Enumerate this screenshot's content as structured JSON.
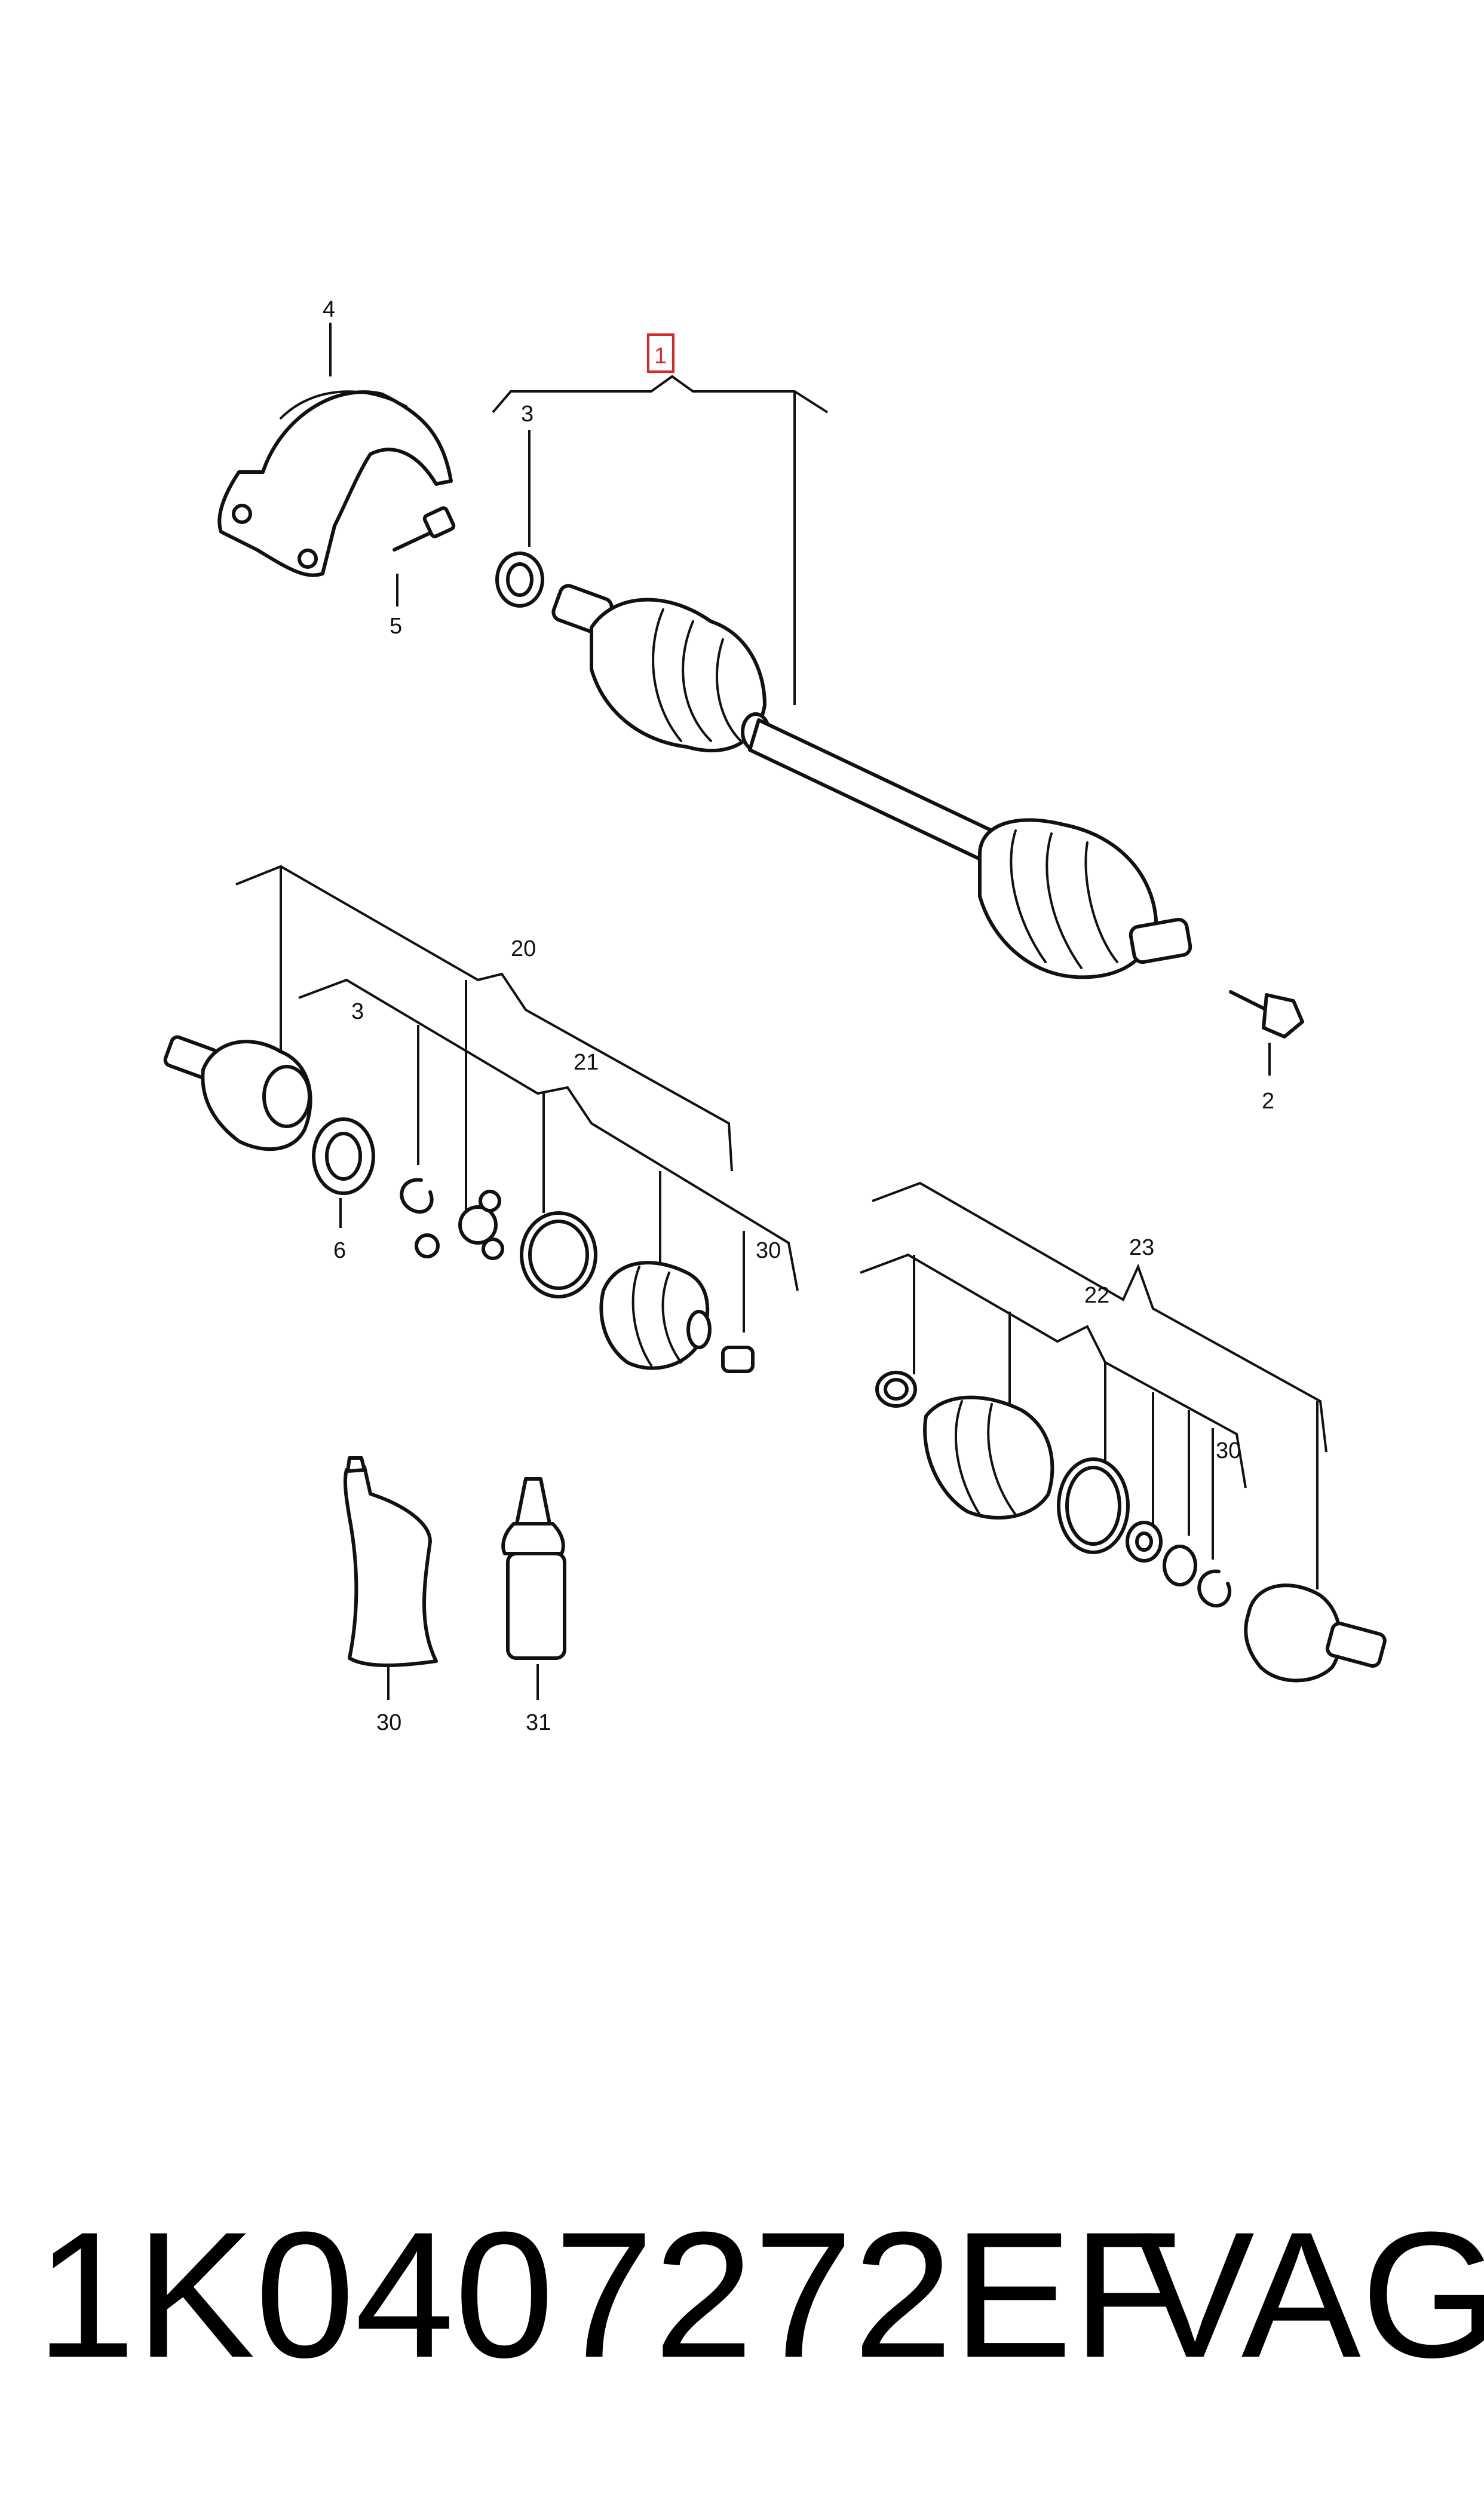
{
  "callouts": {
    "c1": "1",
    "c2": "2",
    "c3a": "3",
    "c3b": "3",
    "c4": "4",
    "c5": "5",
    "c6": "6",
    "c20": "20",
    "c21": "21",
    "c22": "22",
    "c23": "23",
    "c30a": "30",
    "c30b": "30",
    "c30c": "30",
    "c31": "31"
  },
  "highlighted_callout": "1",
  "highlight_color": "#d62828",
  "footer": {
    "part_number": "1K0407272EF",
    "brand": "VAG"
  }
}
